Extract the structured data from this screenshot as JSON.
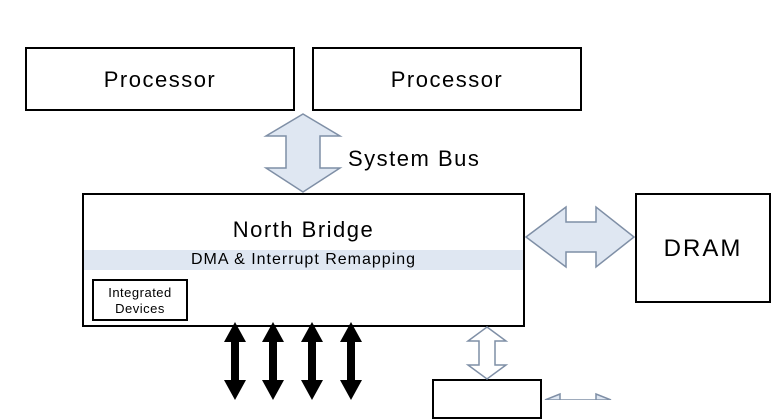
{
  "diagram": {
    "processors": [
      {
        "label": "Processor"
      },
      {
        "label": "Processor"
      }
    ],
    "system_bus": {
      "label": "System Bus"
    },
    "north_bridge": {
      "title": "North Bridge",
      "band_label": "DMA & Interrupt Remapping",
      "integrated_devices": {
        "line1": "Integrated",
        "line2": "Devices"
      }
    },
    "dram": {
      "label": "DRAM"
    },
    "south_box": {
      "label": ""
    },
    "colors": {
      "line": "#000000",
      "arrow_fill": "#dfe7f2",
      "arrow_stroke": "#7f8fa6",
      "band_fill": "#dfe7f2"
    }
  }
}
